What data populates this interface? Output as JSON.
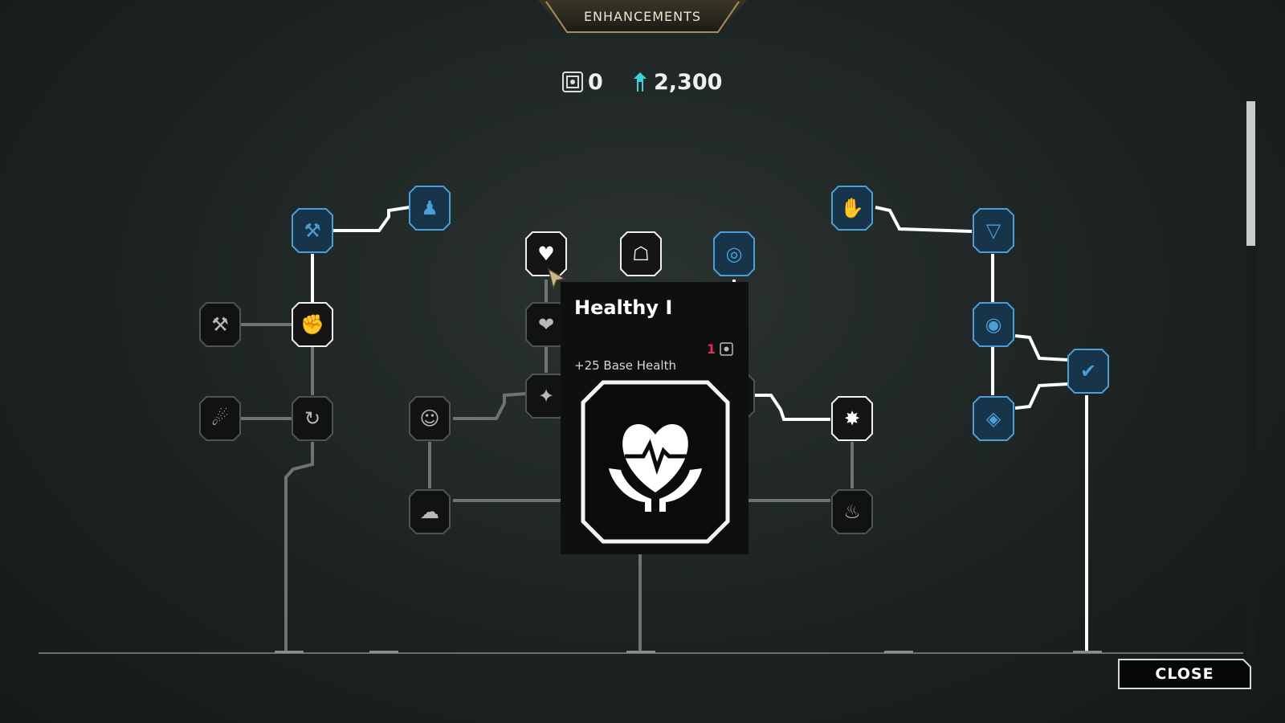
{
  "header": {
    "title": "ENHANCEMENTS"
  },
  "currency": {
    "points": "0",
    "points_icon": "skill-point-icon",
    "crafting": "2,300",
    "crafting_icon": "crafting-metal-icon"
  },
  "colors": {
    "owned": "#4a9fd6",
    "available": "#ffffff",
    "locked": "#9a9a9a",
    "cost": "#e03050"
  },
  "nodes": [
    {
      "id": "n1",
      "icon": "pickaxe-grenade-icon",
      "state": "owned"
    },
    {
      "id": "n2",
      "icon": "running-soldier-icon",
      "state": "owned"
    },
    {
      "id": "n3",
      "icon": "healthy-heart-hands-icon",
      "state": "available"
    },
    {
      "id": "n4",
      "icon": "supply-box-helmet-icon",
      "state": "available"
    },
    {
      "id": "n5",
      "icon": "target-arrow-icon",
      "state": "owned"
    },
    {
      "id": "n6",
      "icon": "hand-shockwave-icon",
      "state": "owned"
    },
    {
      "id": "n7",
      "icon": "triangle-shield-icon",
      "state": "owned"
    },
    {
      "id": "n8",
      "icon": "melee-hammer-icon",
      "state": "locked"
    },
    {
      "id": "n9",
      "icon": "fist-grenade-icon",
      "state": "available"
    },
    {
      "id": "n10",
      "icon": "broken-heart-icon",
      "state": "locked"
    },
    {
      "id": "n11",
      "icon": "eye-skull-icon",
      "state": "owned"
    },
    {
      "id": "n12",
      "icon": "shield-check-icon",
      "state": "owned"
    },
    {
      "id": "n13",
      "icon": "sprinting-creature-icon",
      "state": "locked"
    },
    {
      "id": "n14",
      "icon": "armor-refresh-icon",
      "state": "locked"
    },
    {
      "id": "n15",
      "icon": "crouching-figure-icon",
      "state": "locked"
    },
    {
      "id": "n16",
      "icon": "sparkle-hand-icon",
      "state": "locked"
    },
    {
      "id": "n17",
      "icon": "gun-icon",
      "state": "locked"
    },
    {
      "id": "n18",
      "icon": "explosion-hand-icon",
      "state": "available"
    },
    {
      "id": "n19",
      "icon": "hood-eye-icon",
      "state": "owned"
    },
    {
      "id": "n20",
      "icon": "smoke-burst-icon",
      "state": "locked"
    },
    {
      "id": "n21",
      "icon": "flame-icon",
      "state": "locked"
    }
  ],
  "tooltip": {
    "title": "Healthy I",
    "cost": "1",
    "cost_icon": "skill-point-icon",
    "description": "+25 Base Health",
    "art_icon": "healthy-heart-hands-icon"
  },
  "footer": {
    "close_label": "CLOSE"
  }
}
